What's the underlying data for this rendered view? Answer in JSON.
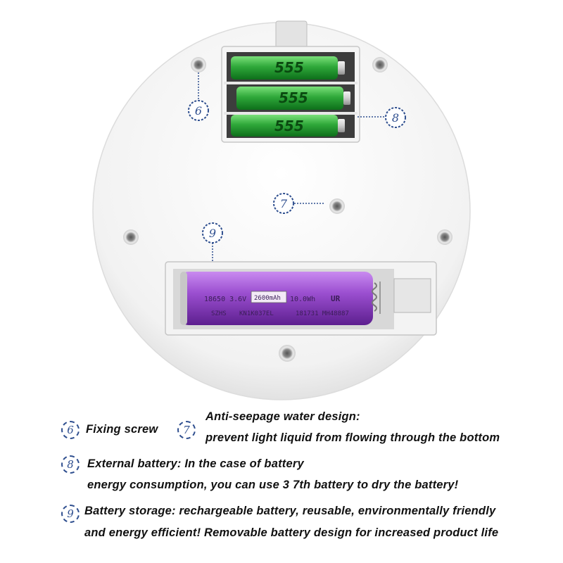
{
  "callouts": {
    "c6": "6",
    "c7": "7",
    "c8": "8",
    "c9": "9"
  },
  "battery_aaa": {
    "label": "555"
  },
  "battery_18650": {
    "line1_a": "18650 3.6V",
    "line1_cap": "2600mAh",
    "line1_b": "10.0Wh",
    "line2_a": "SZHS",
    "line2_b": "KN1K037EL",
    "line2_c": "181731 MH48887",
    "mark": "UR"
  },
  "legend": {
    "item6": {
      "num": "6",
      "text": "Fixing screw"
    },
    "item7": {
      "num": "7",
      "title": "Anti-seepage water design:",
      "text": "prevent light liquid from flowing through the bottom"
    },
    "item8": {
      "num": "8",
      "line1": "External battery: In the case of battery",
      "line2": "energy consumption, you can use 3 7th battery to dry the battery!"
    },
    "item9": {
      "num": "9",
      "line1": "Battery storage: rechargeable battery, reusable, environmentally friendly",
      "line2": "and energy efficient! Removable battery design for increased product life"
    }
  },
  "colors": {
    "callout_blue": "#2f4f8f",
    "aaa_green": "#2fa83a",
    "li_purple": "#9b4fd0"
  }
}
